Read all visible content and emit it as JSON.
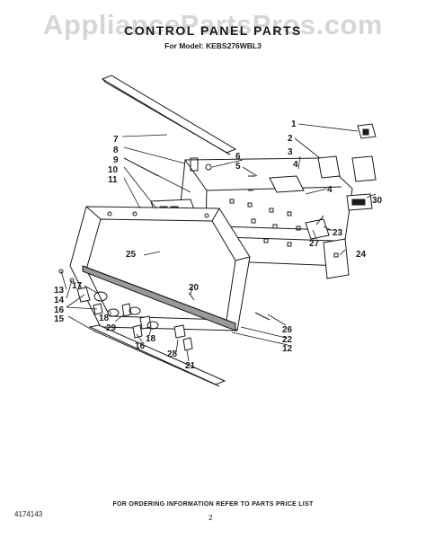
{
  "watermark": "AppliancePartsPros.com",
  "title": "CONTROL PANEL PARTS",
  "model": "For Model: KEBS276WBL3",
  "footer": {
    "ordering": "FOR ORDERING INFORMATION REFER TO PARTS PRICE LIST",
    "doc_number": "4174143",
    "page_number": "2"
  },
  "callouts": [
    "1",
    "2",
    "3",
    "4",
    "5",
    "6",
    "7",
    "8",
    "9",
    "10",
    "11",
    "4",
    "30",
    "23",
    "27",
    "24",
    "25",
    "26",
    "22",
    "12",
    "13",
    "14",
    "16",
    "15",
    "17",
    "18",
    "20",
    "29",
    "16",
    "18",
    "28",
    "21"
  ]
}
